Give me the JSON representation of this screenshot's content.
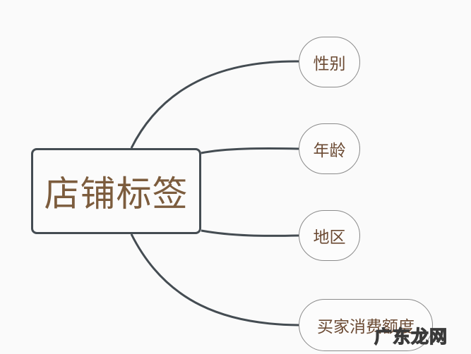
{
  "diagram": {
    "root": {
      "label": "店铺标签"
    },
    "branches": [
      {
        "label": "性别"
      },
      {
        "label": "年龄"
      },
      {
        "label": "地区"
      },
      {
        "label": "买家消费额度"
      }
    ]
  },
  "watermark": {
    "text": "广东龙网"
  },
  "colors": {
    "connector": "#444c52",
    "root_text": "#7c5c3d",
    "leaf_text": "#6b4a33",
    "background": "#fafafa"
  }
}
